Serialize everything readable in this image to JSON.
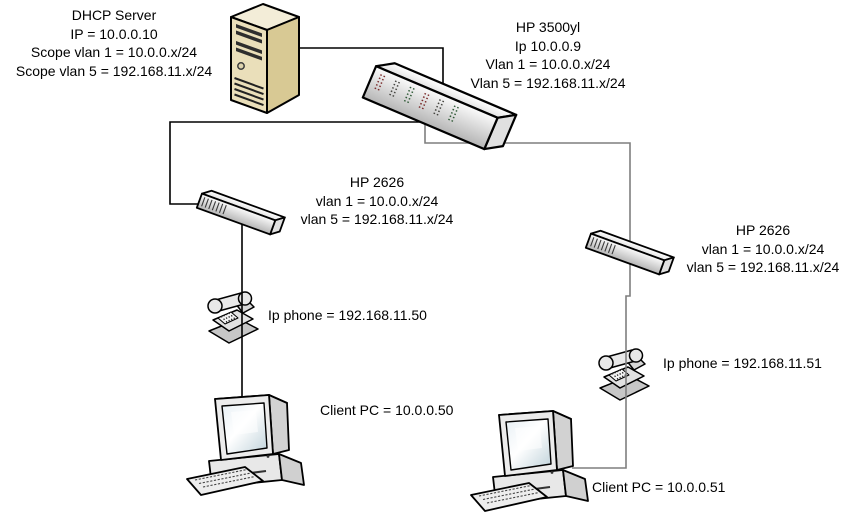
{
  "diagram": {
    "type": "network-topology",
    "nodes": {
      "dhcp_server": {
        "icon": "server-tower-icon",
        "lines": [
          "DHCP Server",
          "IP = 10.0.0.10",
          "Scope vlan 1 = 10.0.0.x/24",
          "Scope vlan 5 = 192.168.11.x/24"
        ]
      },
      "hp_3500yl": {
        "icon": "network-switch-icon",
        "lines": [
          "HP 3500yl",
          "Ip 10.0.0.9",
          "Vlan 1 = 10.0.0.x/24",
          "Vlan 5 = 192.168.11.x/24"
        ]
      },
      "hp_2626_left": {
        "icon": "network-switch-icon",
        "lines": [
          "HP 2626",
          "vlan 1 = 10.0.0.x/24",
          "vlan 5 = 192.168.11.x/24"
        ]
      },
      "hp_2626_right": {
        "icon": "network-switch-icon",
        "lines": [
          "HP 2626",
          "vlan 1 = 10.0.0.x/24",
          "vlan 5 = 192.168.11.x/24"
        ]
      },
      "ip_phone_left": {
        "icon": "ip-phone-icon",
        "label": "Ip phone = 192.168.11.50"
      },
      "ip_phone_right": {
        "icon": "ip-phone-icon",
        "label": "Ip phone = 192.168.11.51"
      },
      "client_pc_left": {
        "icon": "desktop-pc-icon",
        "label": "Client PC = 10.0.0.50"
      },
      "client_pc_right": {
        "icon": "desktop-pc-icon",
        "label": "Client PC = 10.0.0.51"
      }
    },
    "edges": [
      {
        "from": "dhcp_server",
        "to": "hp_3500yl",
        "color": "#000000"
      },
      {
        "from": "hp_3500yl",
        "to": "hp_2626_left",
        "color": "#000000"
      },
      {
        "from": "hp_3500yl",
        "to": "hp_2626_right",
        "color": "#7f7f7f"
      },
      {
        "from": "hp_2626_left",
        "to": "ip_phone_left",
        "color": "#000000"
      },
      {
        "from": "ip_phone_left",
        "to": "client_pc_left",
        "color": "#000000"
      },
      {
        "from": "hp_2626_right",
        "to": "ip_phone_right",
        "color": "#7f7f7f"
      },
      {
        "from": "ip_phone_right",
        "to": "client_pc_right",
        "color": "#7f7f7f"
      }
    ],
    "colors": {
      "background": "#ffffff",
      "text": "#000000",
      "connection_black": "#000000",
      "connection_gray": "#7f7f7f",
      "server_beige": "#eadfba",
      "device_gray": "#e6e6e6",
      "outline": "#000000"
    }
  }
}
